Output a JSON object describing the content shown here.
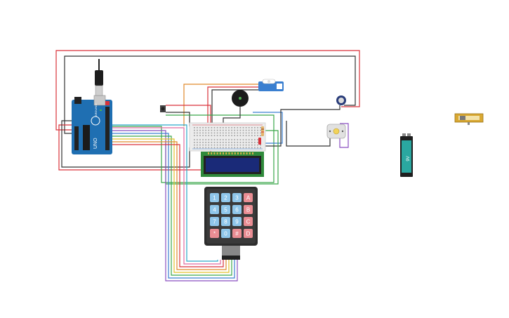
{
  "components": {
    "arduino": {
      "name": "Arduino Uno",
      "board_label": "UNO",
      "brand_label": "ARDUINO",
      "color": "#1f6fb2"
    },
    "breadboard": {
      "name": "Breadboard Mini"
    },
    "lcd": {
      "name": "LCD 16x2",
      "screen_color": "#1a2a78",
      "frame_color": "#2f8a3b"
    },
    "keypad": {
      "name": "Keypad 4x4",
      "rows": [
        [
          {
            "label": "1",
            "kind": "num"
          },
          {
            "label": "2",
            "kind": "num"
          },
          {
            "label": "3",
            "kind": "num"
          },
          {
            "label": "A",
            "kind": "letter"
          }
        ],
        [
          {
            "label": "4",
            "kind": "num"
          },
          {
            "label": "5",
            "kind": "num"
          },
          {
            "label": "6",
            "kind": "num"
          },
          {
            "label": "B",
            "kind": "letter"
          }
        ],
        [
          {
            "label": "7",
            "kind": "num"
          },
          {
            "label": "8",
            "kind": "num"
          },
          {
            "label": "9",
            "kind": "num"
          },
          {
            "label": "C",
            "kind": "letter"
          }
        ],
        [
          {
            "label": "*",
            "kind": "letter"
          },
          {
            "label": "0",
            "kind": "num"
          },
          {
            "label": "#",
            "kind": "letter"
          },
          {
            "label": "D",
            "kind": "letter"
          }
        ]
      ],
      "num_key_color": "#8fc6ea",
      "letter_key_color": "#e98d93"
    },
    "battery": {
      "name": "9V Battery",
      "label": "9V"
    },
    "servo": {
      "name": "Micro Servo"
    },
    "buzzer": {
      "name": "Piezo"
    },
    "potentiometer": {
      "name": "Potentiometer"
    },
    "dc_motor": {
      "name": "DC Motor"
    },
    "pushbutton": {
      "name": "Pushbutton"
    },
    "slide_switch": {
      "name": "Slide Switch"
    }
  },
  "wire_colors": {
    "red": "#d9323a",
    "black": "#333333",
    "orange": "#e08a2c",
    "yellow": "#e3c02a",
    "green": "#3aa64a",
    "blue": "#3a7fd0",
    "purple": "#8a4fc0",
    "cyan": "#2aa9c9",
    "pink": "#e06aa0"
  }
}
